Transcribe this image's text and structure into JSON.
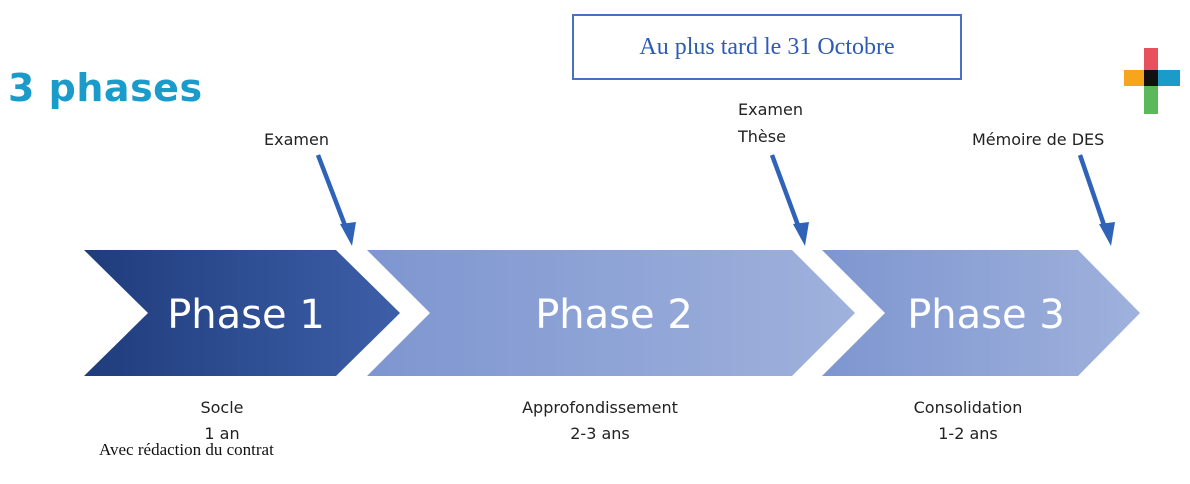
{
  "title": "3 phases",
  "deadline_box": "Au plus tard le 31 Octobre",
  "markers": {
    "m1": {
      "line1": "Examen"
    },
    "m2": {
      "line1": "Examen",
      "line2": "Thèse"
    },
    "m3": {
      "line1": "Mémoire de DES"
    }
  },
  "phases": [
    {
      "label": "Phase 1",
      "name": "Socle",
      "duration": "1 an"
    },
    {
      "label": "Phase 2",
      "name": "Approfondissement",
      "duration": "2-3 ans"
    },
    {
      "label": "Phase 3",
      "name": "Consolidation",
      "duration": "1-2 ans"
    }
  ],
  "footer_note": "Avec rédaction du contrat",
  "colors": {
    "title": "#1a9bc9",
    "phase1_dark": "#1f3c7c",
    "phase1_light": "#3d5fa8",
    "phase2_light": "#9fb1dc",
    "phase2_dark": "#7e96d0",
    "arrow": "#2f63b8",
    "deadline_border": "#4a6fc4",
    "deadline_text": "#2f5bb7",
    "logo_red": "#e8505b",
    "logo_orange": "#f7a51c",
    "logo_green": "#5bb85b",
    "logo_blue": "#1a9bc9"
  }
}
